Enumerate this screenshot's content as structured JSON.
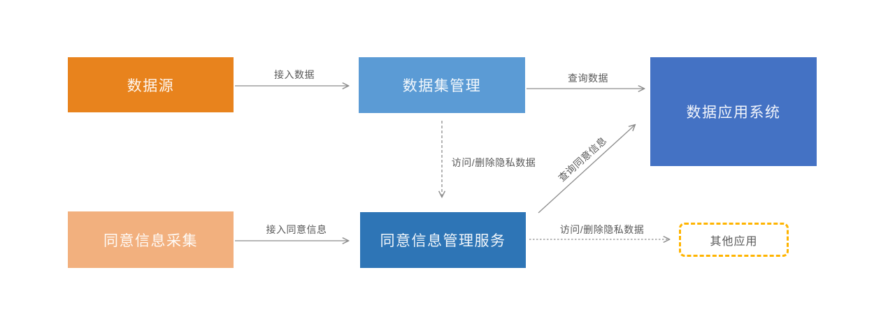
{
  "diagram": {
    "background": "#FFFFFF",
    "nodes": [
      {
        "id": "data-source",
        "label": "数据源",
        "fill": "#E8831D",
        "text_color": "#FFFFFF"
      },
      {
        "id": "dataset-management",
        "label": "数据集管理",
        "fill": "#5B9BD5",
        "text_color": "#FFFFFF"
      },
      {
        "id": "data-application-system",
        "label": "数据应用系统",
        "fill": "#4472C4",
        "text_color": "#FFFFFF"
      },
      {
        "id": "consent-info-collection",
        "label": "同意信息采集",
        "fill": "#F2B07E",
        "text_color": "#FFFFFF"
      },
      {
        "id": "consent-info-management-service",
        "label": "同意信息管理服务",
        "fill": "#2E75B6",
        "text_color": "#FFFFFF"
      },
      {
        "id": "other-applications",
        "label": "其他应用",
        "fill": "#FFFFFF",
        "border_color": "#FFB400",
        "border_style": "dashed",
        "text_color": "#595959"
      }
    ],
    "edges": [
      {
        "id": "access-data",
        "label": "接入数据",
        "from": "data-source",
        "to": "dataset-management",
        "line": "solid"
      },
      {
        "id": "query-data",
        "label": "查询数据",
        "from": "dataset-management",
        "to": "data-application-system",
        "line": "solid"
      },
      {
        "id": "access-delete-private-data-vertical",
        "label": "访问/删除隐私数据",
        "from": "dataset-management",
        "to": "consent-info-management-service",
        "line": "dashed"
      },
      {
        "id": "access-consent-info",
        "label": "接入同意信息",
        "from": "consent-info-collection",
        "to": "consent-info-management-service",
        "line": "solid"
      },
      {
        "id": "query-consent-info",
        "label": "查询同意信息",
        "from": "consent-info-management-service",
        "to": "data-application-system",
        "line": "solid"
      },
      {
        "id": "access-delete-private-data-horizontal",
        "label": "访问/删除隐私数据",
        "from": "consent-info-management-service",
        "to": "other-applications",
        "line": "dashed"
      }
    ],
    "colors": {
      "edge_line": "#8C8C8C",
      "edge_label_text": "#595959"
    }
  }
}
